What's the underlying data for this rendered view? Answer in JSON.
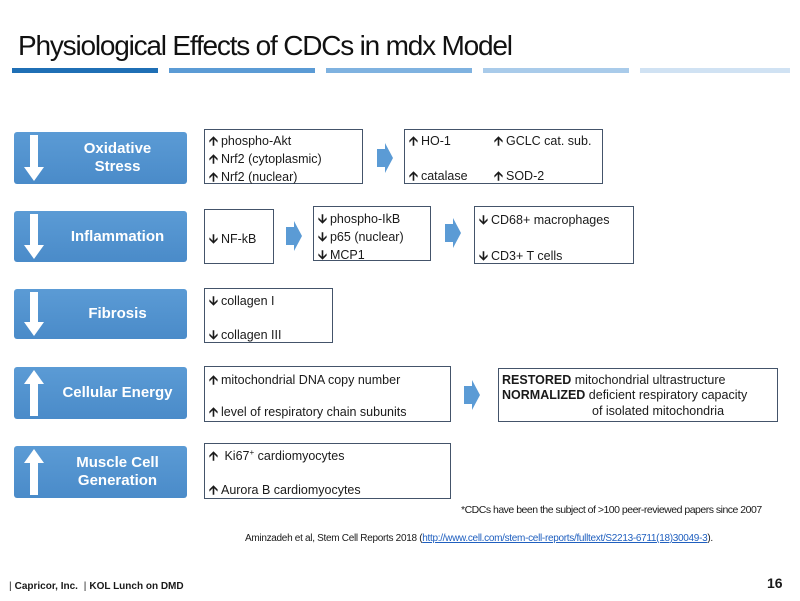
{
  "title": "Physiological Effects of CDCs in mdx Model",
  "colors": {
    "accent": "#5b9bd5",
    "dark_blue": "#1f6fb5",
    "light_blue": "#bdd7ee",
    "border": "#44546a"
  },
  "rows": [
    {
      "category": "Oxidative Stress",
      "direction": "down",
      "box1": [
        {
          "dir": "up",
          "text": "phospho-Akt"
        },
        {
          "dir": "up",
          "text": "Nrf2 (cytoplasmic)"
        },
        {
          "dir": "up",
          "text": "Nrf2 (nuclear)"
        }
      ],
      "box2": [
        {
          "dir": "up",
          "text": "HO-1"
        },
        {
          "dir": "up",
          "text": "GCLC cat. sub."
        },
        {
          "dir": "up",
          "text": "catalase"
        },
        {
          "dir": "up",
          "text": "SOD-2"
        }
      ]
    },
    {
      "category": "Inflammation",
      "direction": "down",
      "box1": [
        {
          "dir": "down",
          "text": "NF-kB"
        }
      ],
      "box2": [
        {
          "dir": "down",
          "text": "phospho-IkB"
        },
        {
          "dir": "down",
          "text": "p65 (nuclear)"
        },
        {
          "dir": "down",
          "text": "MCP1"
        }
      ],
      "box3": [
        {
          "dir": "down",
          "text": "CD68+ macrophages"
        },
        {
          "dir": "down",
          "text": "CD3+ T cells"
        }
      ]
    },
    {
      "category": "Fibrosis",
      "direction": "down",
      "box1": [
        {
          "dir": "down",
          "text": "collagen I"
        },
        {
          "dir": "down",
          "text": "collagen III"
        }
      ]
    },
    {
      "category": "Cellular Energy",
      "direction": "up",
      "box1": [
        {
          "dir": "up",
          "text": "mitochondrial DNA copy number"
        },
        {
          "dir": "up",
          "text": "level of respiratory chain subunits"
        }
      ],
      "result": {
        "bold1": "RESTORED",
        "text1": " mitochondrial ultrastructure",
        "bold2": "NORMALIZED",
        "text2": " deficient respiratory capacity",
        "text3": "of isolated mitochondria"
      }
    },
    {
      "category_line1": "Muscle Cell",
      "category_line2": "Generation",
      "direction": "up",
      "box1": [
        {
          "dir": "up",
          "text_main": "Ki67",
          "text_sup": "+",
          "text_rest": " cardiomyocytes"
        },
        {
          "dir": "up",
          "text": "Aurora B cardiomyocytes"
        }
      ]
    }
  ],
  "category_labels": {
    "oxidative_line1": "Oxidative",
    "oxidative_line2": "Stress"
  },
  "footnote": "*CDCs have been the subject of >100 peer-reviewed papers since 2007",
  "citation": {
    "prefix": "Aminzadeh et al, Stem Cell Reports 2018 (",
    "link": "http://www.cell.com/stem-cell-reports/fulltext/S2213-6711(18)30049-3",
    "suffix": ")."
  },
  "footer": {
    "company": "Capricor, Inc.",
    "event": "KOL Lunch on DMD",
    "page_number": "16"
  }
}
